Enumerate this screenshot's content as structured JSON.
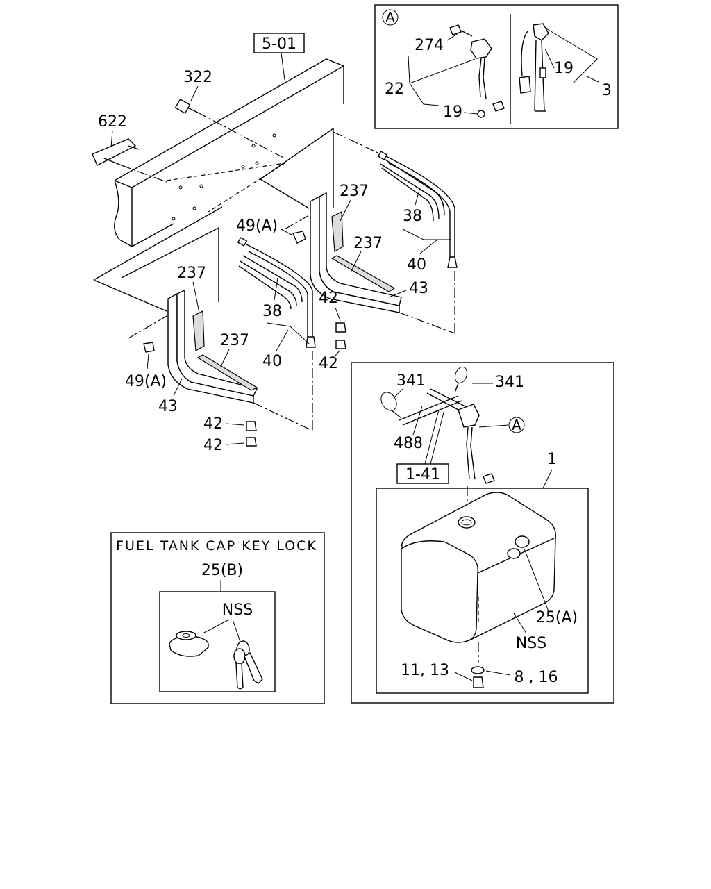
{
  "labels": {
    "ref_5_01": "5-01",
    "ref_1_41": "1-41",
    "p322": "322",
    "p622": "622",
    "p237_a": "237",
    "p237_b": "237",
    "p237_c": "237",
    "p237_d": "237",
    "p38_a": "38",
    "p38_b": "38",
    "p40_a": "40",
    "p40_b": "40",
    "p43_a": "43",
    "p43_b": "43",
    "p42_a": "42",
    "p42_b": "42",
    "p42_c": "42",
    "p42_d": "42",
    "p49A_a": "49(A)",
    "p49A_b": "49(A)",
    "p274": "274",
    "p22": "22",
    "p19_a": "19",
    "p19_b": "19",
    "p3": "3",
    "callout_A": "A",
    "callout_A2": "A",
    "p341_a": "341",
    "p341_b": "341",
    "p488": "488",
    "p1": "1",
    "p25A": "25(A)",
    "nss_tank": "NSS",
    "p11_13": "11, 13",
    "p8_16": "8 , 16",
    "cap_title": "FUEL TANK CAP KEY LOCK",
    "p25B": "25(B)",
    "nss_cap": "NSS"
  }
}
